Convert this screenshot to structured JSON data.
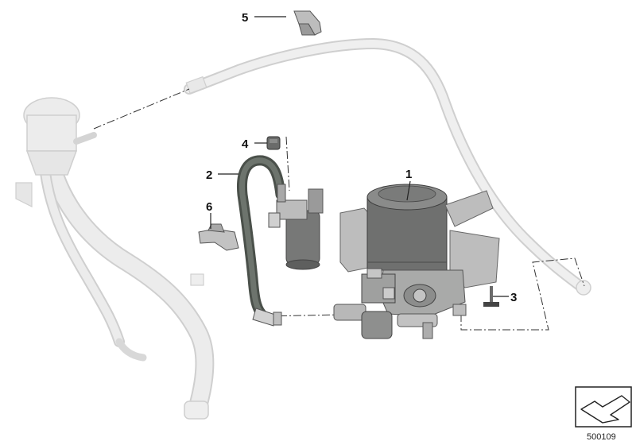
{
  "diagram": {
    "callouts": [
      {
        "id": "1",
        "label": "1"
      },
      {
        "id": "2",
        "label": "2"
      },
      {
        "id": "3",
        "label": "3"
      },
      {
        "id": "4",
        "label": "4"
      },
      {
        "id": "5",
        "label": "5"
      },
      {
        "id": "6",
        "label": "6"
      }
    ],
    "reference_number": "500109",
    "colors": {
      "ghost_parts": "#e6e6e6",
      "ghost_outline": "#cfcfcf",
      "hose_dark": "#5c625c",
      "canister_body": "#6f706f",
      "bracket": "#bdbdbd",
      "leader": "#222222"
    }
  }
}
